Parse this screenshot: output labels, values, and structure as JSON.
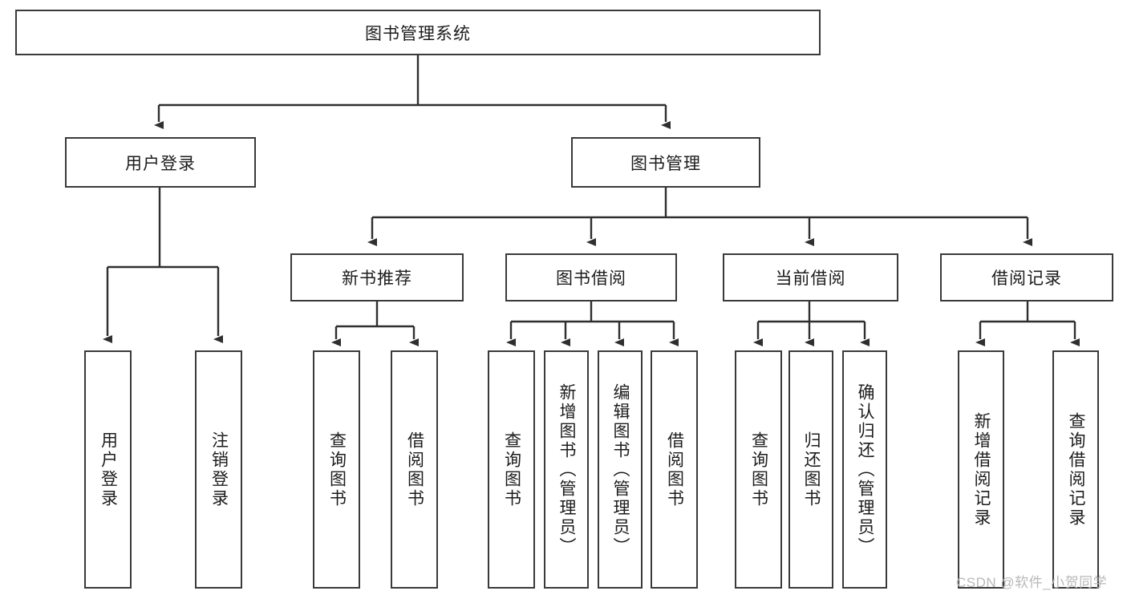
{
  "diagram": {
    "type": "hierarchy-tree",
    "title": "图书管理系统",
    "colors": {
      "box_border": "#3a3a3a",
      "box_fill": "#ffffff",
      "connector": "#2f2f2f",
      "text": "#1c1c1c",
      "watermark": "#b8b8b8"
    },
    "root": {
      "label": "图书管理系统",
      "children": [
        {
          "label": "用户登录",
          "children": [
            {
              "label": "用户登录"
            },
            {
              "label": "注销登录"
            }
          ]
        },
        {
          "label": "图书管理",
          "children": [
            {
              "label": "新书推荐",
              "children": [
                {
                  "label": "查询图书"
                },
                {
                  "label": "借阅图书"
                }
              ]
            },
            {
              "label": "图书借阅",
              "children": [
                {
                  "label": "查询图书"
                },
                {
                  "label": "新增图书（管理员）"
                },
                {
                  "label": "编辑图书（管理员）"
                },
                {
                  "label": "借阅图书"
                }
              ]
            },
            {
              "label": "当前借阅",
              "children": [
                {
                  "label": "查询图书"
                },
                {
                  "label": "归还图书"
                },
                {
                  "label": "确认归还（管理员）"
                }
              ]
            },
            {
              "label": "借阅记录",
              "children": [
                {
                  "label": "新增借阅记录"
                },
                {
                  "label": "查询借阅记录"
                }
              ]
            }
          ]
        }
      ]
    }
  },
  "watermark": {
    "text": "CSDN @软件_小贺同学"
  },
  "nodes": {
    "root_title": "图书管理系统",
    "l1_user_login": "用户登录",
    "l1_book_manage": "图书管理",
    "l2_new_book": "新书推荐",
    "l2_book_borrow": "图书借阅",
    "l2_current_borrow": "当前借阅",
    "l2_borrow_record": "借阅记录",
    "leaf_user_login": "用户登录",
    "leaf_user_logout": "注销登录",
    "leaf_nb_query": "查询图书",
    "leaf_nb_borrow": "借阅图书",
    "leaf_bb_query": "查询图书",
    "leaf_bb_add": "新增图书（管理员）",
    "leaf_bb_edit": "编辑图书（管理员）",
    "leaf_bb_borrow": "借阅图书",
    "leaf_cb_query": "查询图书",
    "leaf_cb_return": "归还图书",
    "leaf_cb_confirm": "确认归还（管理员）",
    "leaf_br_add": "新增借阅记录",
    "leaf_br_query": "查询借阅记录"
  }
}
